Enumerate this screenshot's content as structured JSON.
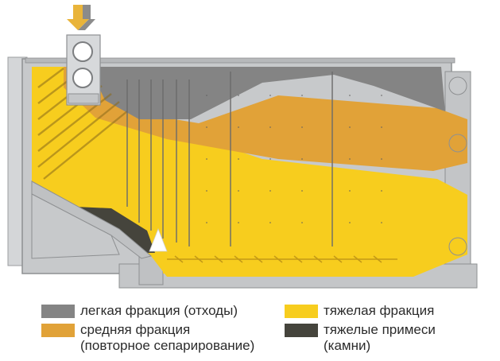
{
  "colors": {
    "light": "#848484",
    "medium": "#e1a238",
    "heavy": "#f7cd1e",
    "stones": "#45443c",
    "machine": "#c7c9cb",
    "arrow_gold": "#e9b43a",
    "arrow_grey": "#8b8b8b"
  },
  "icons": {
    "feed_arrow": "down-arrow-icon",
    "triangle": "triangle-marker-icon"
  },
  "legend": [
    {
      "color": "#848484",
      "lines": [
        "легкая фракция (отходы)"
      ]
    },
    {
      "color": "#e1a238",
      "lines": [
        "средняя фракция",
        "(повторное сепарирование)"
      ]
    },
    {
      "color": "#f7cd1e",
      "lines": [
        "тяжелая фракция"
      ]
    },
    {
      "color": "#45443c",
      "lines": [
        "тяжелые примеси",
        "(камни)"
      ]
    }
  ]
}
